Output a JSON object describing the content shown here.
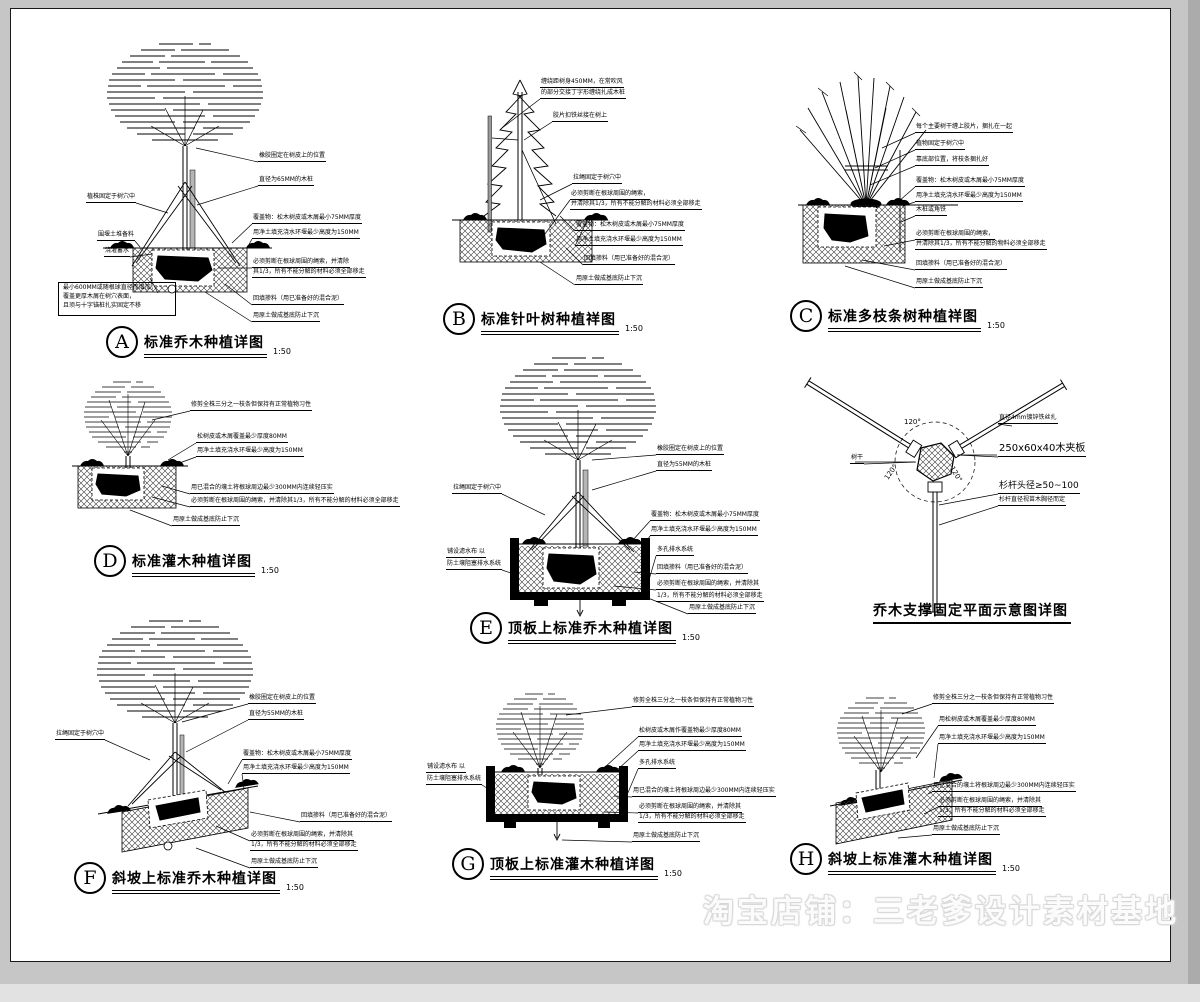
{
  "watermark": "淘宝店铺：三老爹设计素材基地",
  "colors": {
    "paper": "#ffffff",
    "chrome": "#c6c6c6",
    "ink": "#000000"
  },
  "diagrams": {
    "A": {
      "letter": "A",
      "title": "标准乔木种植详图",
      "scale": "1:50",
      "labels": [
        "橡胶圈定在树皮上的位置",
        "直径为65MM的木桩",
        "覆盖物：松木树皮或木屑最小75MM厚度",
        "用净土填充浇水环堰最少高度为150MM",
        "必须剪断在根球周围的绳索，并清除",
        "其1/3，所有不能分解的材料必须全部移走",
        "回填掺料（用已准备好的混合泥）",
        "用原土做成基底防止下沉",
        "植株固定于树穴中",
        "围堰土堆备料",
        "浇灌蓄水",
        "最小600MM或随根球直径而增加，",
        "覆盖更厚木屑在树穴表面，",
        "且须与十字锚桩扎实固定不移"
      ]
    },
    "B": {
      "letter": "B",
      "title": "标准针叶树种植祥图",
      "scale": "1:50",
      "labels": [
        "缠绕距树身450MM，在常吹风",
        "的部分交接丁字形缠绕扎成木桩",
        "胶片扣铁丝接在树上",
        "拉绳固定于树穴中",
        "必须剪断在根球周围的绳索，",
        "并清除其1/3，所有不能分解的材料必须全部移走",
        "覆盖物：松木树皮或木屑最小75MM厚度",
        "用净土填充浇水环堰最少高度为150MM",
        "回填掺料（用已准备好的混合泥）",
        "用原土做成基底防止下沉"
      ]
    },
    "C": {
      "letter": "C",
      "title": "标准多枝条树种植祥图",
      "scale": "1:50",
      "labels": [
        "每个主要树干缠上胶片，捆扎在一起",
        "植物固定于树穴中",
        "靠底部位置，将枝条捆扎好",
        "覆盖物：松木树皮或木屑最小75MM厚度",
        "用净土填充浇水环堰最少高度为150MM",
        "木桩或角铁",
        "必须剪断在根球周围的绳索，",
        "并清除其1/3，所有不能分解的物料必须全部移走",
        "回填掺料（用已准备好的混合泥）",
        "用原土做成基底防止下沉"
      ]
    },
    "D": {
      "letter": "D",
      "title": "标准灌木种植详图",
      "scale": "1:50",
      "labels": [
        "修剪全株三分之一枝条但保持有正常植物习性",
        "松树皮或木屑覆盖最少厚度80MM",
        "用净土填充浇水环堰最少高度为150MM",
        "用已混合的壤土将根球周边最少300MM内连续轻压实",
        "必须剪断在根球周围的绳索，并清除其1/3，所有不能分解的材料必须全部移走",
        "用原土做成基底防止下沉"
      ]
    },
    "E": {
      "letter": "E",
      "title": "顶板上标准乔木种植详图",
      "scale": "1:50",
      "labels": [
        "橡胶圈定在树皮上的位置",
        "直径为55MM的木桩",
        "覆盖物：松木树皮或木屑最小75MM厚度",
        "用净土填充浇水环堰最少高度为150MM",
        "多孔排水系统",
        "回填掺料（用已准备好的混合泥）",
        "必须剪断在根球周围的绳索，并清除其",
        "1/3，所有不能分解的材料必须全部移走",
        "拉绳固定于树穴中",
        "铺设滤水布 以",
        "防土壤阻塞排水系统",
        "用原土做成基底防止下沉"
      ]
    },
    "plan": {
      "title": "乔木支撑固定平面示意图详图",
      "labels": [
        "直径4mm镀锌铁丝扎",
        "250x60x40木夹板",
        "杉杆头径≥50~100",
        "杉杆直径视苗木胸径而定",
        "树干",
        "120°",
        "120°",
        "120°"
      ]
    },
    "F": {
      "letter": "F",
      "title": "斜坡上标准乔木种植详图",
      "scale": "1:50",
      "labels": [
        "拉绳固定于树穴中",
        "橡胶圈定在树皮上的位置",
        "直径为55MM的木桩",
        "覆盖物：松木树皮或木屑最小75MM厚度",
        "用净土填充浇水环堰最少高度为150MM",
        "回填掺料（用已准备好的混合泥）",
        "必须剪断在根球周围的绳索，并清除其",
        "1/3，所有不能分解的材料必须全部移走",
        "用原土做成基底防止下沉"
      ]
    },
    "G": {
      "letter": "G",
      "title": "顶板上标准灌木种植详图",
      "scale": "1:50",
      "labels": [
        "铺设滤水布 以",
        "防土壤阻塞排水系统",
        "修剪全株三分之一枝条但保持有正常植物习性",
        "松树皮或木屑作覆盖物最少厚度80MM",
        "用净土填充浇水环堰最少高度为150MM",
        "多孔排水系统",
        "用已混合的壤土将根球周边最少300MM内连续轻压实",
        "必须剪断在根球周围的绳索，并清除其",
        "1/3，所有不能分解的材料必须全部移走",
        "用原土做成基底防止下沉"
      ]
    },
    "H": {
      "letter": "H",
      "title": "斜坡上标准灌木种植详图",
      "scale": "1:50",
      "labels": [
        "修剪全株三分之一枝条但保持有正常植物习性",
        "用松树皮或木屑覆盖最少厚度80MM",
        "用净土填充浇水环堰最少高度为150MM",
        "用已混合的壤土将根球周边最少300MM内连续轻压实",
        "必须剪断在根球周围的绳索，并清除其",
        "1/3，所有不能分解的材料必须全部移走",
        "用原土做成基底防止下沉"
      ]
    }
  }
}
